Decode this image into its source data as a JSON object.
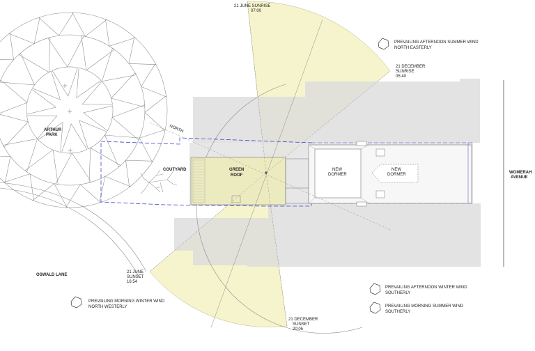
{
  "labels": {
    "june_sunrise": [
      "21 JUNE SUNRISE",
      "07:00"
    ],
    "dec_sunrise": [
      "21 DECEMBER",
      "SUNRISE",
      "05:40"
    ],
    "june_sunset": [
      "21 JUNE",
      "SUNSET",
      "16:54"
    ],
    "dec_sunset": [
      "21 DECEMBER",
      "SUNSET",
      "20:05"
    ],
    "arthur_park": [
      "ARTHUR",
      "PARK"
    ],
    "coutyard": "COUTYARD",
    "green_roof": [
      "GREEN",
      "ROOF"
    ],
    "new_dormer_a": [
      "NEW",
      "DORMER"
    ],
    "new_dormer_b": [
      "NEW",
      "DORMER"
    ],
    "north": "NORTH",
    "womerah_avenue": [
      "WOMERAH",
      "AVENUE"
    ],
    "oswald_lane": "OSWALD LANE"
  },
  "winds": [
    {
      "lines": [
        "PREVAILING AFTERNOON SUMMER WIND",
        "NORTH EASTERLY"
      ]
    },
    {
      "lines": [
        "PREVAILING AFTERNOON WINTER WIND",
        "SOUTHERLY"
      ]
    },
    {
      "lines": [
        "PREVAILING MORNING SUMMER WIND",
        "SOUTHERLY"
      ]
    },
    {
      "lines": [
        "PREVAILING MORNING WINTER WIND",
        "NORTH WESTERLY"
      ]
    }
  ],
  "colors": {
    "sun_sector": "#f6f4cc",
    "buildings": "#dcdcdc",
    "site_boundary": "#3a45c8",
    "green_roof": "#ecebbf"
  }
}
